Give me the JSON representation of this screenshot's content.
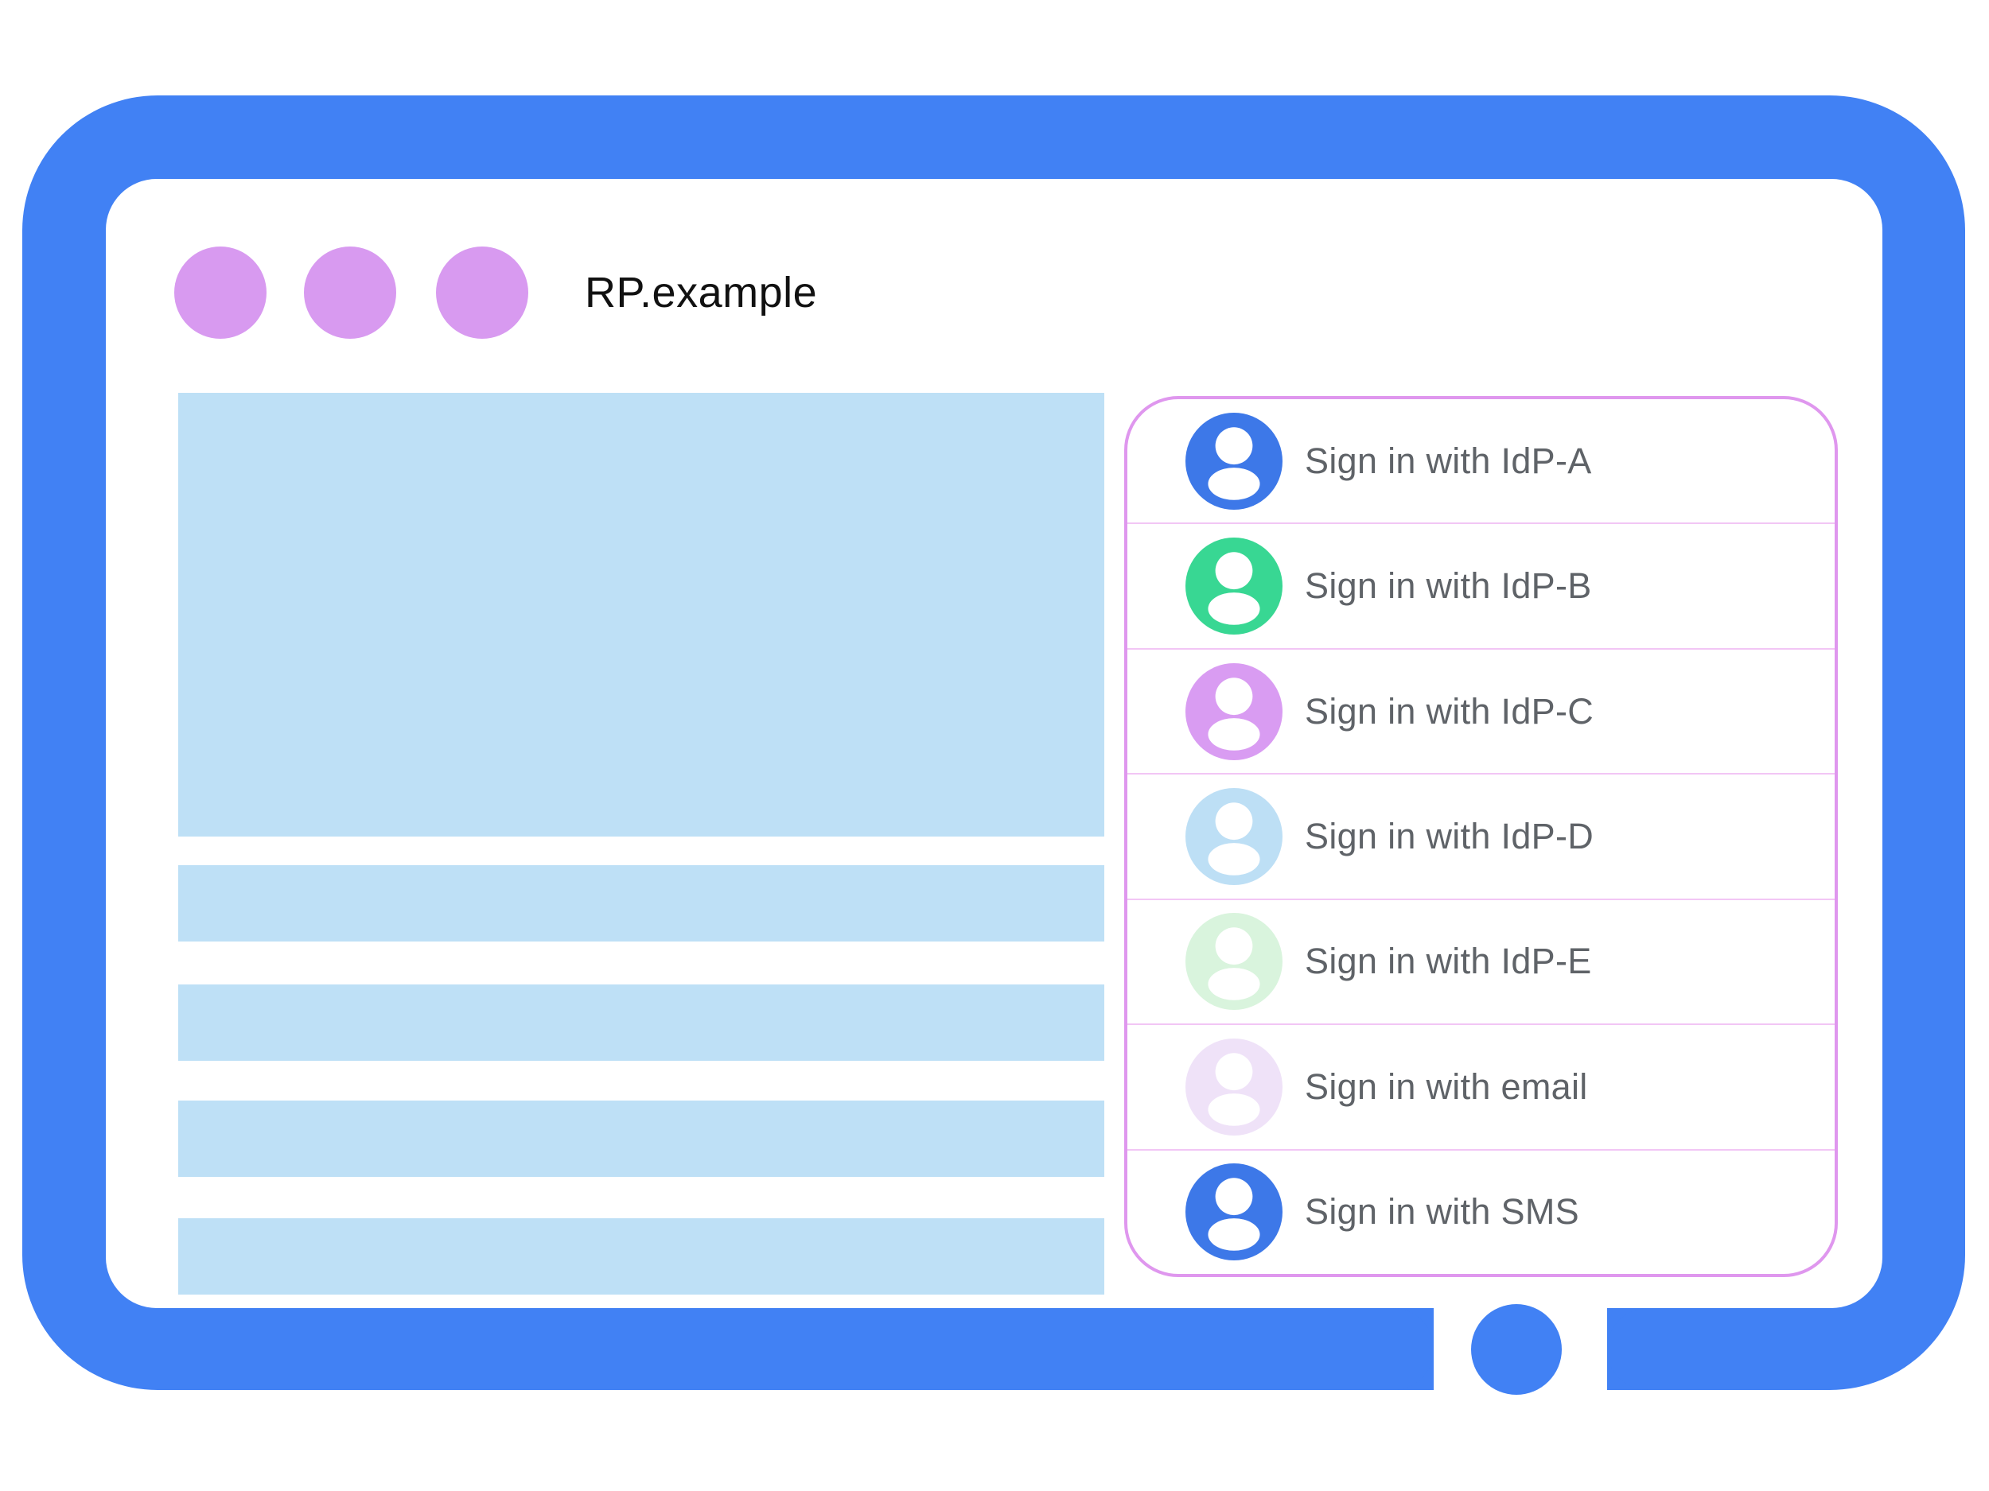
{
  "colors": {
    "frame_blue": "#4181F4",
    "placeholder_blue": "#BEE0F6",
    "window_dot_purple": "#D89AF0",
    "panel_border_violet": "#DF97EE",
    "panel_divider_violet": "#F2C6F5",
    "label_gray": "#5F6368",
    "title_black": "#111111"
  },
  "browser": {
    "title": "RP.example",
    "window_dot_count": 3
  },
  "content_placeholders": {
    "hero_block_count": 1,
    "text_line_count": 4
  },
  "signin_panel": {
    "items": [
      {
        "label": "Sign in with IdP-A",
        "avatar_color": "#3D78E8"
      },
      {
        "label": "Sign in with IdP-B",
        "avatar_color": "#38D793"
      },
      {
        "label": "Sign in with IdP-C",
        "avatar_color": "#D99CF2"
      },
      {
        "label": "Sign in with IdP-D",
        "avatar_color": "#BDDFF5"
      },
      {
        "label": "Sign in with IdP-E",
        "avatar_color": "#D9F4DD"
      },
      {
        "label": "Sign in with email",
        "avatar_color": "#EFE2F8"
      },
      {
        "label": "Sign in with SMS",
        "avatar_color": "#3D78E8"
      }
    ]
  },
  "device": {
    "has_home_button": true
  }
}
